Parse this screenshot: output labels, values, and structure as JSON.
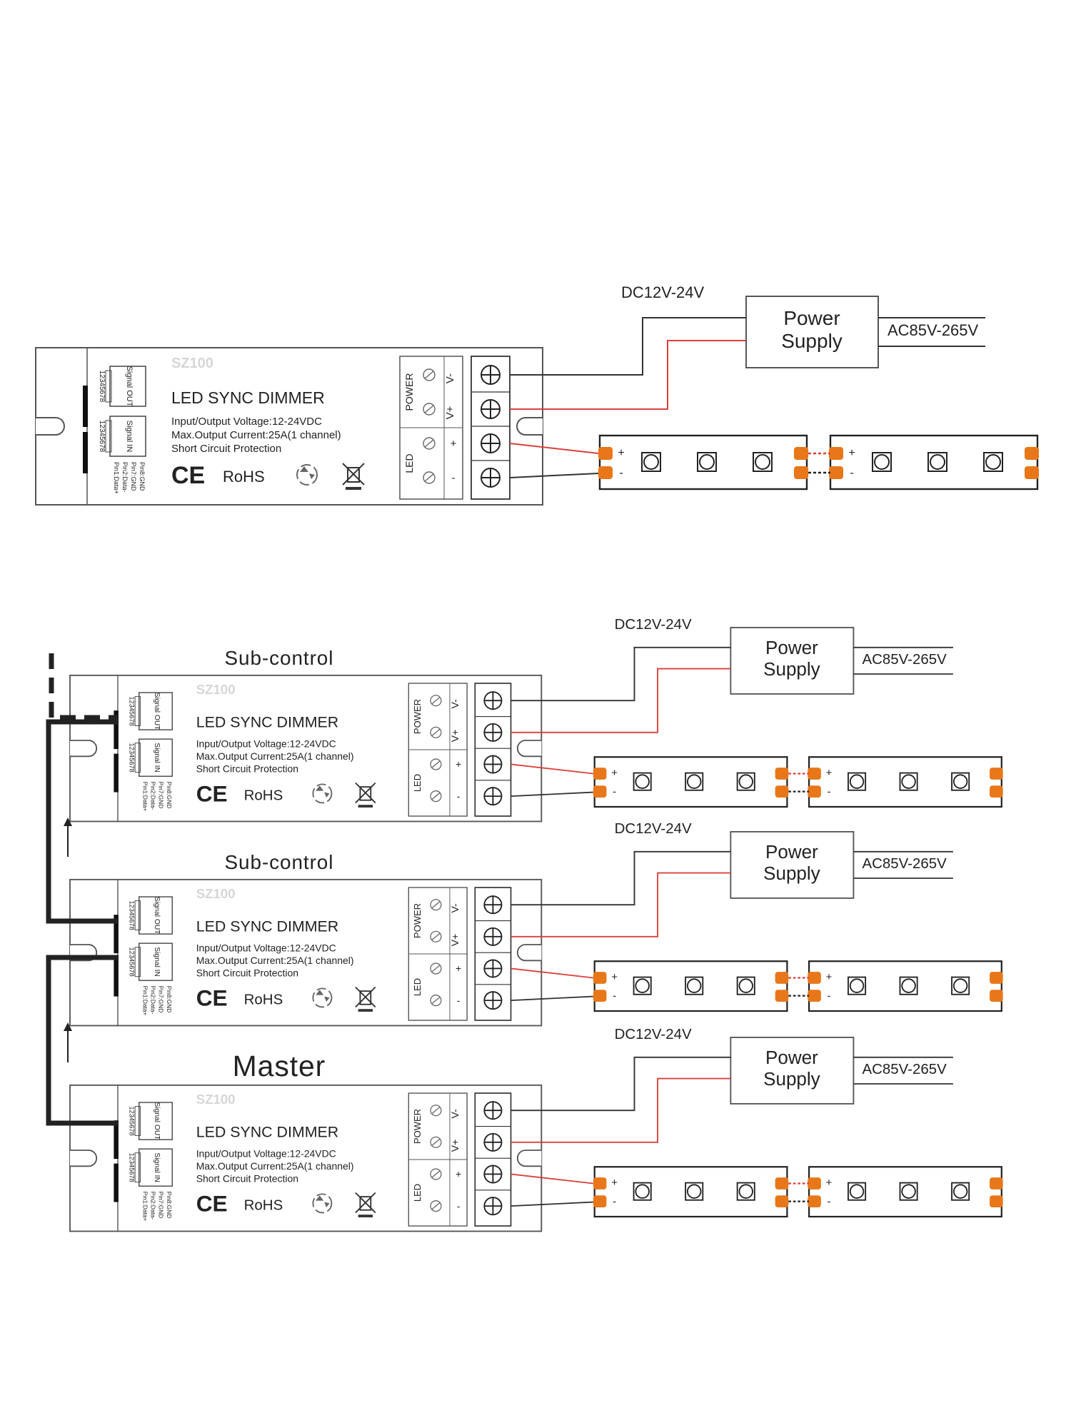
{
  "labels": {
    "dc_voltage": "DC12V-24V",
    "ac_voltage": "AC85V-265V",
    "power_supply_line1": "Power",
    "power_supply_line2": "Supply",
    "model": "SZ100",
    "product_name": "LED SYNC DIMMER",
    "spec_voltage": "Input/Output Voltage:12-24VDC",
    "spec_current": "Max.Output Current:25A(1 channel)",
    "spec_protection": "Short Circuit Protection",
    "ce_mark": "CE",
    "rohs": "RoHS",
    "power_group": "POWER",
    "led_group": "LED",
    "term_vminus": "V-",
    "term_vplus": "V+",
    "term_plus": "+",
    "term_minus": "-",
    "signal_out": "Signal OUT",
    "signal_in": "Signal IN",
    "pin_numbers": "12345678",
    "pin_legend_1": "Pin1:Data+",
    "pin_legend_2": "Pin2:Data-",
    "pin_legend_3": "Pin7:GND",
    "pin_legend_4": "Pin8:GND",
    "strip_plus": "+",
    "strip_minus": "-"
  },
  "roles": {
    "sub_control": "Sub-control",
    "master": "Master"
  },
  "colors": {
    "line": "#333333",
    "frame": "#555555",
    "power_wire": "#d9413a",
    "led_pad": "#e8771a",
    "ghost_text": "#d6d6d6"
  }
}
